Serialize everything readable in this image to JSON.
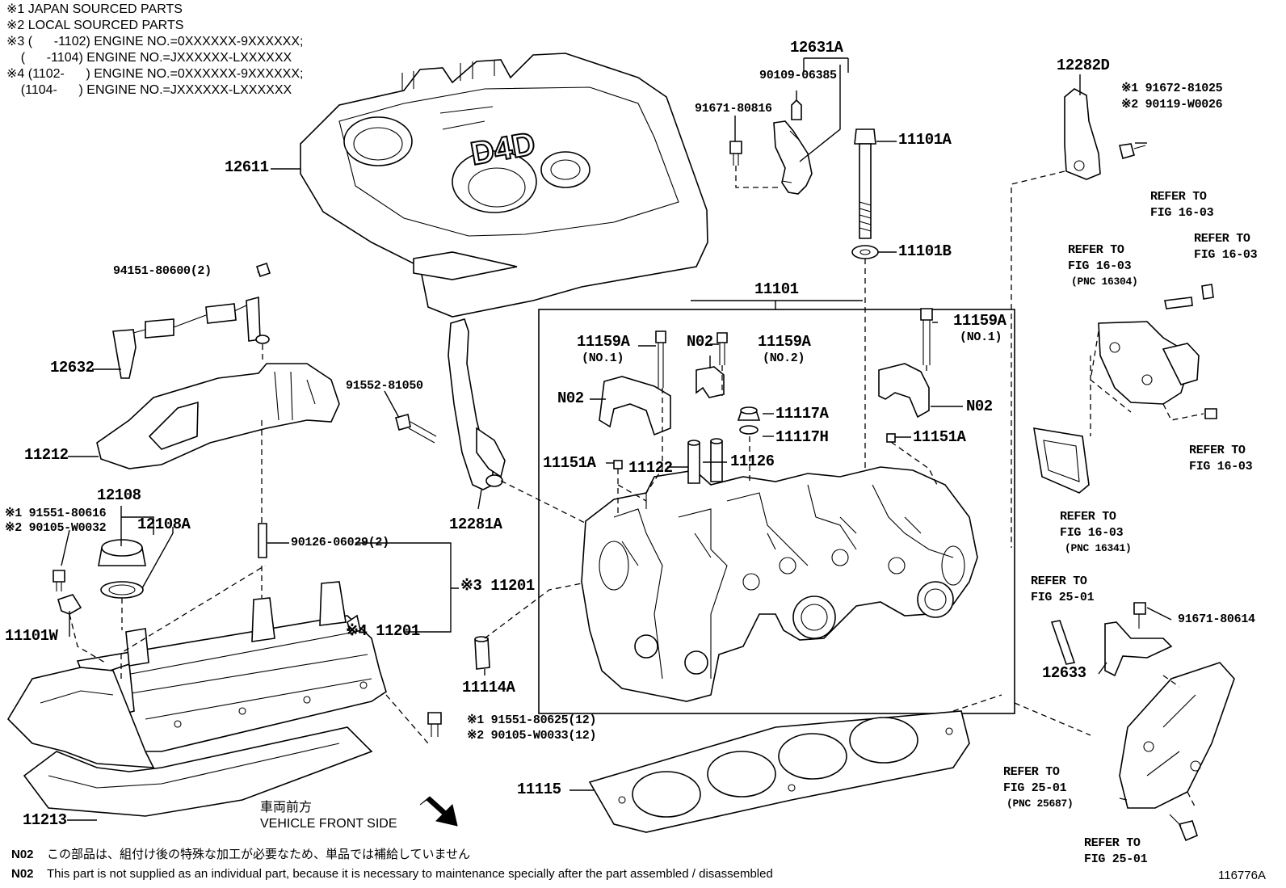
{
  "notes": [
    "※1 JAPAN SOURCED PARTS",
    "※2 LOCAL SOURCED PARTS",
    "※3 (      -1102) ENGINE NO.=0XXXXXX-9XXXXXX;",
    "    (      -1104) ENGINE NO.=JXXXXXX-LXXXXXX",
    "※4 (1102-      ) ENGINE NO.=0XXXXXX-9XXXXXX;",
    "    (1104-      ) ENGINE NO.=JXXXXXX-LXXXXXX"
  ],
  "cover_emblem": "D4D",
  "labels": {
    "p12611": "12611",
    "p12631A": "12631A",
    "p90109": "90109-06385",
    "p91671_80816": "91671-80816",
    "p11101A": "11101A",
    "p11101B": "11101B",
    "p12282D": "12282D",
    "p91672": "※1 91672-81025",
    "p90119": "※2 90119-W0026",
    "p94151": "94151-80600(2)",
    "p12632": "12632",
    "p11212": "11212",
    "p91552": "91552-81050",
    "p12108": "12108",
    "p12108A": "12108A",
    "p91551_80616": "※1 91551-80616",
    "p90105_W0032": "※2 90105-W0032",
    "p11101W": "11101W",
    "p90126": "90126-06029(2)",
    "p11201a": "※3 11201",
    "p11201b": "※4 11201",
    "p11114A": "11114A",
    "p12281A": "12281A",
    "p91551_80625": "※1 91551-80625(12)",
    "p90105_W0033": "※2 90105-W0033(12)",
    "p11213": "11213",
    "p11115": "11115",
    "p11101": "11101",
    "p11159A_l": "11159A",
    "p11159A_l_sub": "(NO.1)",
    "pN02_top": "N02",
    "p11159A_m": "11159A",
    "p11159A_m_sub": "(NO.2)",
    "p11159A_r": "11159A",
    "p11159A_r_sub": "(NO.1)",
    "pN02_left": "N02",
    "pN02_right": "N02",
    "p11117A": "11117A",
    "p11117H": "11117H",
    "p11151A_l": "11151A",
    "p11151A_r": "11151A",
    "p11122": "11122",
    "p11126": "11126",
    "p12633": "12633",
    "p91671_80614": "91671-80614"
  },
  "refers": [
    {
      "id": "r1",
      "line1": "REFER TO",
      "line2": "FIG 16-03",
      "line3": ""
    },
    {
      "id": "r2",
      "line1": "REFER TO",
      "line2": "FIG 16-03",
      "line3": "(PNC 16304)"
    },
    {
      "id": "r3",
      "line1": "REFER TO",
      "line2": "FIG 16-03",
      "line3": ""
    },
    {
      "id": "r4",
      "line1": "REFER TO",
      "line2": "FIG 16-03",
      "line3": ""
    },
    {
      "id": "r5",
      "line1": "REFER TO",
      "line2": "FIG 16-03",
      "line3": "(PNC 16341)"
    },
    {
      "id": "r6",
      "line1": "REFER TO",
      "line2": "FIG 25-01",
      "line3": ""
    },
    {
      "id": "r7",
      "line1": "REFER TO",
      "line2": "FIG 25-01",
      "line3": "(PNC 25687)"
    },
    {
      "id": "r8",
      "line1": "REFER TO",
      "line2": "FIG 25-01",
      "line3": ""
    }
  ],
  "direction": {
    "jp": "車両前方",
    "en": "VEHICLE FRONT SIDE"
  },
  "footnotes": {
    "jp_code": "N02",
    "jp_text": "この部品は、組付け後の特殊な加工が必要なため、単品では補給していません",
    "en_code": "N02",
    "en_text": "This part is not supplied as an individual part, because it is necessary to maintenance specially after the part assembled / disassembled"
  },
  "figure_id": "116776A"
}
